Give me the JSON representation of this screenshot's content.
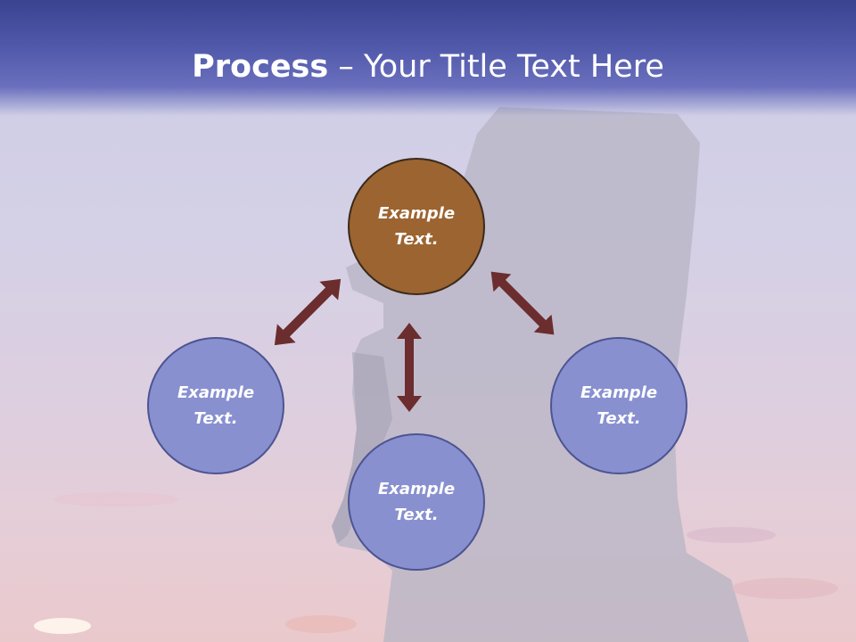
{
  "slide": {
    "title_bold": "Process",
    "title_rest": " – Your Title Text Here"
  },
  "nodes": {
    "center": {
      "line1": "Example",
      "line2": "Text."
    },
    "left": {
      "line1": "Example",
      "line2": "Text."
    },
    "right": {
      "line1": "Example",
      "line2": "Text."
    },
    "bottom": {
      "line1": "Example",
      "line2": "Text."
    }
  },
  "colors": {
    "center_fill": "#9c6431",
    "node_fill": "#8890d0",
    "arrow": "#6b2d2d",
    "header": "#4a52a4"
  }
}
